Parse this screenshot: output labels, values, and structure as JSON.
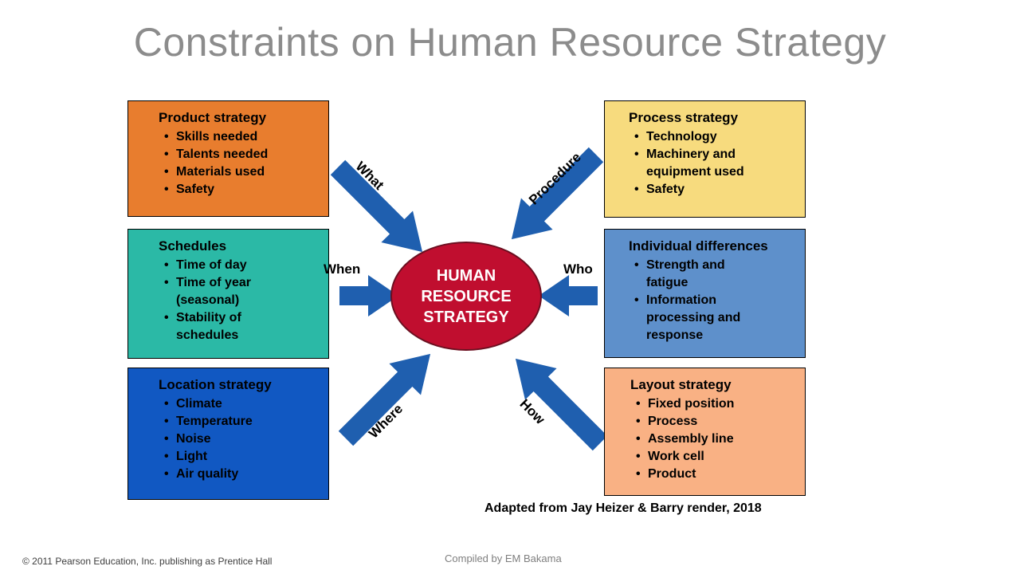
{
  "slide": {
    "title": "Constraints on Human Resource Strategy",
    "attribution": "Adapted from Jay Heizer & Barry render, 2018",
    "footer_copyright": "© 2011 Pearson Education, Inc. publishing as Prentice Hall",
    "footer_credit": "Compiled by EM Bakama"
  },
  "center": {
    "lines": [
      "HUMAN",
      "RESOURCE",
      "STRATEGY"
    ],
    "fill_color": "#C00E2F",
    "text_color": "#FFFFFF"
  },
  "arrow_color": "#1F5FAF",
  "arrows": [
    {
      "id": "what",
      "label": "What"
    },
    {
      "id": "procedure",
      "label": "Procedure"
    },
    {
      "id": "when",
      "label": "When"
    },
    {
      "id": "who",
      "label": "Who"
    },
    {
      "id": "where",
      "label": "Where"
    },
    {
      "id": "how",
      "label": "How"
    }
  ],
  "boxes": [
    {
      "id": "product-strategy",
      "title": "Product strategy",
      "color": "#E87D2E",
      "items": [
        "Skills needed",
        "Talents needed",
        "Materials used",
        "Safety"
      ]
    },
    {
      "id": "process-strategy",
      "title": "Process strategy",
      "color": "#F7DB7E",
      "items": [
        "Technology",
        "Machinery and equipment used",
        "Safety"
      ]
    },
    {
      "id": "schedules",
      "title": "Schedules",
      "color": "#2BB9A6",
      "items": [
        "Time of day",
        "Time of year (seasonal)",
        "Stability of schedules"
      ]
    },
    {
      "id": "individual-differences",
      "title": "Individual differences",
      "color": "#5E90CB",
      "items": [
        "Strength and fatigue",
        "Information processing and response"
      ]
    },
    {
      "id": "location-strategy",
      "title": "Location strategy",
      "color": "#1158C2",
      "items": [
        "Climate",
        "Temperature",
        "Noise",
        "Light",
        "Air quality"
      ]
    },
    {
      "id": "layout-strategy",
      "title": "Layout strategy",
      "color": "#F9B184",
      "items": [
        "Fixed position",
        "Process",
        "Assembly line",
        "Work cell",
        "Product"
      ]
    }
  ]
}
